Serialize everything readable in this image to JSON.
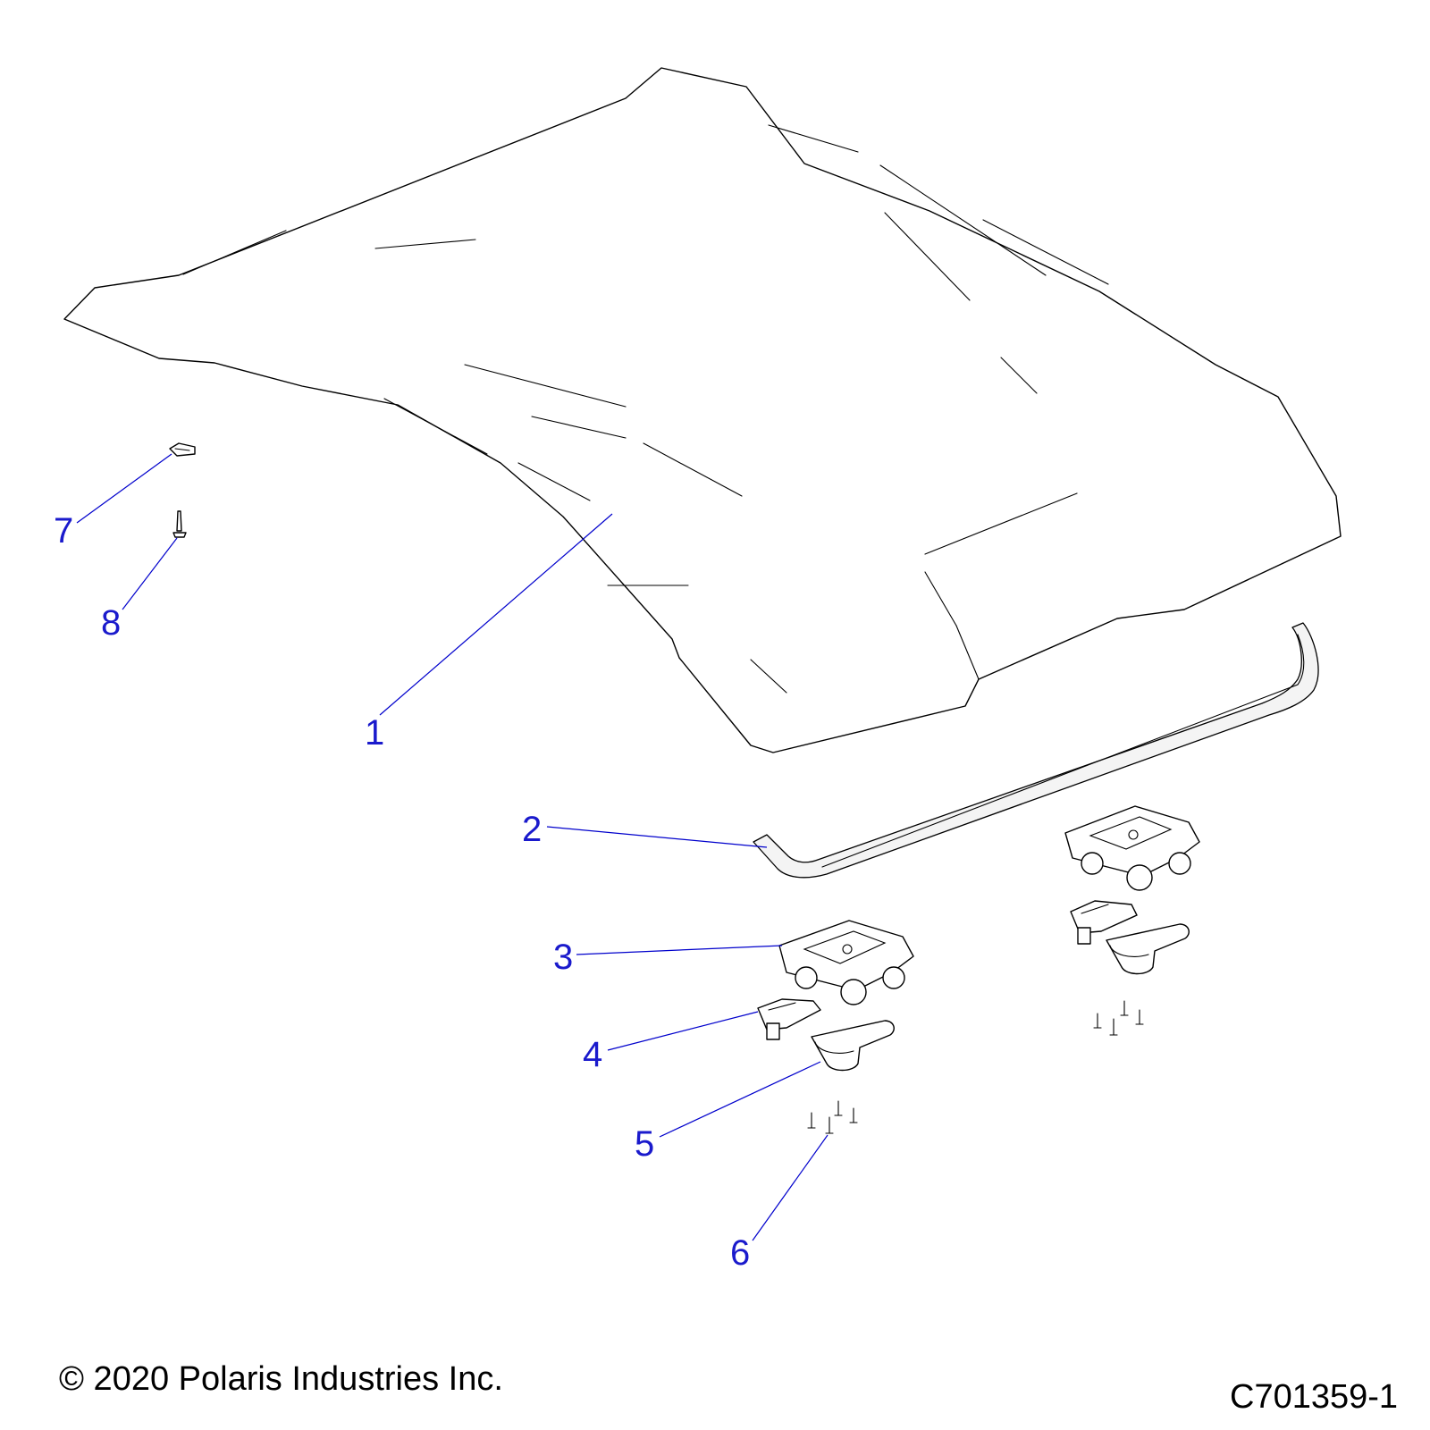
{
  "callouts": [
    {
      "id": "1",
      "label": "1"
    },
    {
      "id": "2",
      "label": "2"
    },
    {
      "id": "3",
      "label": "3"
    },
    {
      "id": "4",
      "label": "4"
    },
    {
      "id": "5",
      "label": "5"
    },
    {
      "id": "6",
      "label": "6"
    },
    {
      "id": "7",
      "label": "7"
    },
    {
      "id": "8",
      "label": "8"
    }
  ],
  "footer": {
    "copyright": "© 2020 Polaris Industries Inc.",
    "drawing_id": "C701359-1"
  },
  "colors": {
    "callout": "#1a1acc",
    "leader": "#0000cc",
    "line": "#000000"
  }
}
